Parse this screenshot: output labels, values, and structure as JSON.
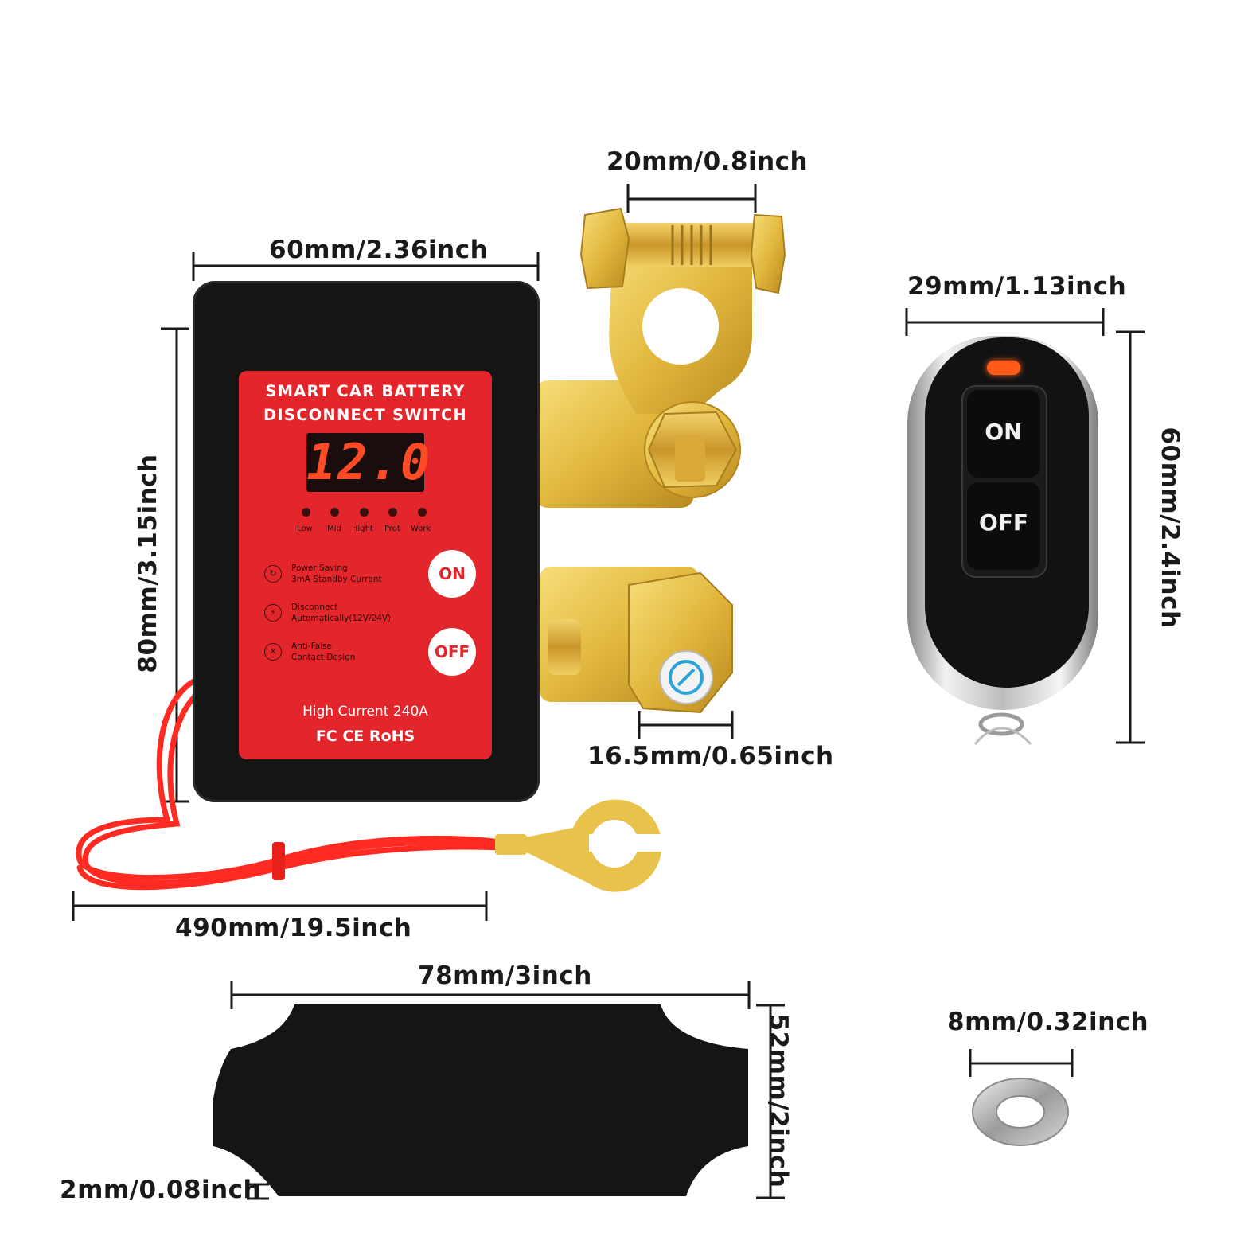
{
  "dimensions": {
    "clamp_width": "20mm/0.8inch",
    "device_width": "60mm/2.36inch",
    "device_height": "80mm/3.15inch",
    "terminal_width": "16.5mm/0.65inch",
    "cable_length": "490mm/19.5inch",
    "remote_width": "29mm/1.13inch",
    "remote_height": "60mm/2.4inch",
    "pad_width": "78mm/3inch",
    "pad_height": "52mm/2inch",
    "pad_thickness": "2mm/0.08inch",
    "washer_width": "8mm/0.32inch"
  },
  "device": {
    "title_line1": "SMART CAR BATTERY",
    "title_line2": "DISCONNECT SWITCH",
    "display_value": "12.0",
    "leds": [
      "Low",
      "Mid",
      "Hight",
      "Prot",
      "Work"
    ],
    "features": [
      {
        "line1": "Power Saving",
        "line2": "3mA Standby Current"
      },
      {
        "line1": "Disconnect",
        "line2": "Automatically(12V/24V)"
      },
      {
        "line1": "Anti-False",
        "line2": "Contact Design"
      }
    ],
    "on_label": "ON",
    "off_label": "OFF",
    "current": "High Current 240A",
    "certs": "FC  CE  RoHS"
  },
  "remote": {
    "on_label": "ON",
    "off_label": "OFF"
  },
  "colors": {
    "faceplate": "#e3262b",
    "brass": "#e8c24a",
    "cable": "#ff2a22",
    "display_digits": "#ff4a26"
  }
}
